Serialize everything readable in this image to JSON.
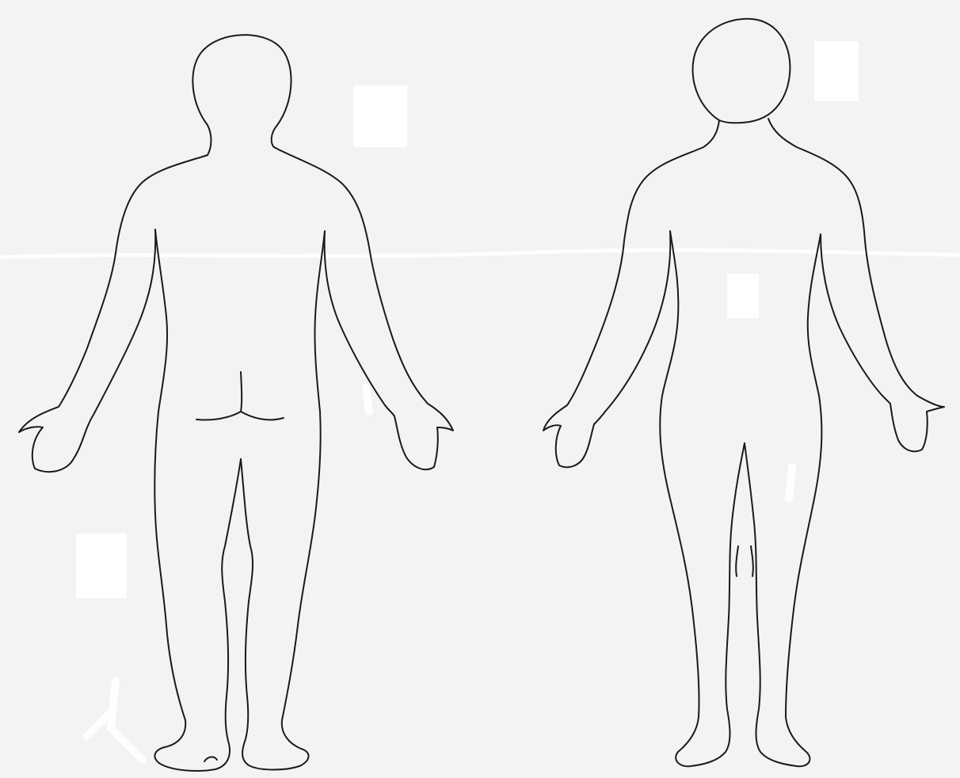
{
  "figures": [
    {
      "name": "back-view",
      "view": "posterior"
    },
    {
      "name": "front-view",
      "view": "anterior"
    }
  ],
  "colors": {
    "paper": "#f3f3f3",
    "line": "#1a1a1a",
    "patch": "#ffffff"
  }
}
